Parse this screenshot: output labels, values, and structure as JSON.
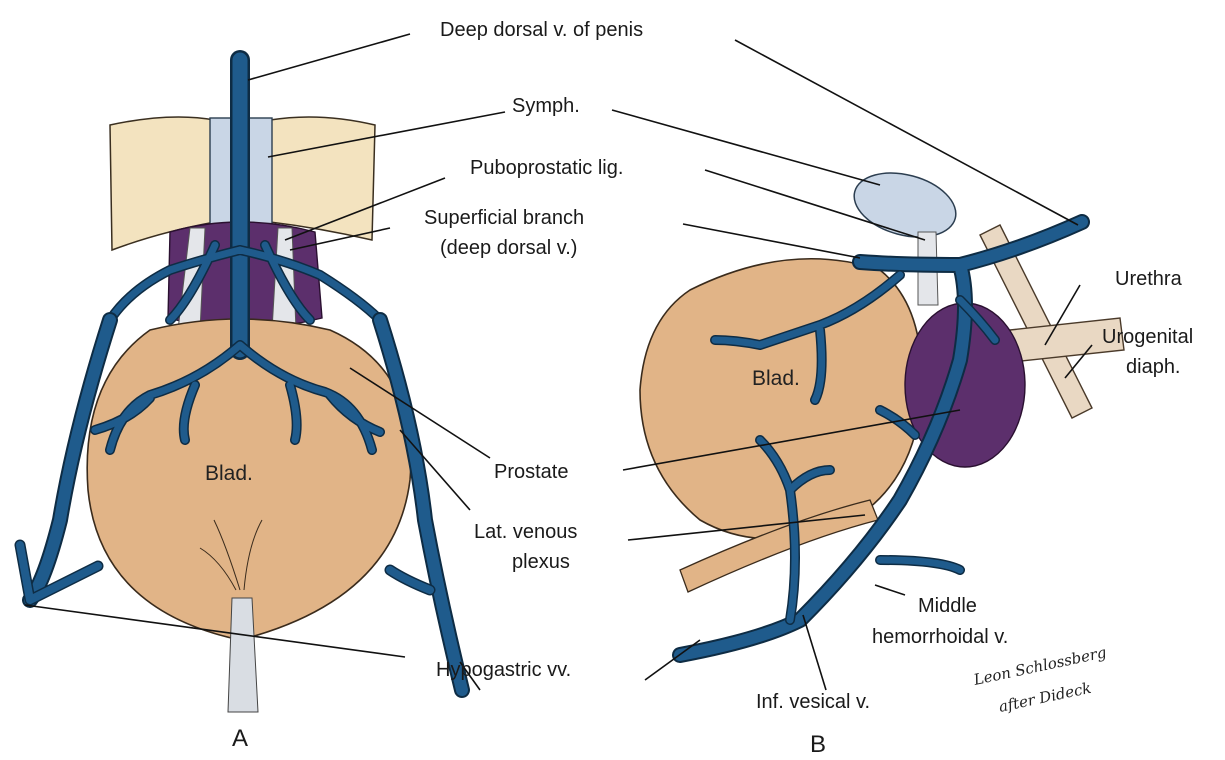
{
  "labels": {
    "deep_dorsal": "Deep dorsal v. of penis",
    "symph": "Symph.",
    "puboprostatic": "Puboprostatic lig.",
    "superficial_1": "Superficial branch",
    "superficial_2": "(deep dorsal v.)",
    "urethra": "Urethra",
    "urogenital_1": "Urogenital",
    "urogenital_2": "diaph.",
    "prostate": "Prostate",
    "lat_venous_1": "Lat. venous",
    "lat_venous_2": "plexus",
    "middle_hem_1": "Middle",
    "middle_hem_2": "hemorrhoidal v.",
    "hypogastric": "Hypogastric vv.",
    "inf_vesical": "Inf. vesical v.",
    "blad_a": "Blad.",
    "blad_b": "Blad."
  },
  "panels": {
    "a": "A",
    "b": "B"
  },
  "signature": {
    "line1": "Leon Schlossberg",
    "line2": "after Dideck"
  },
  "colors": {
    "bladder": "#e1b487",
    "vein": "#1f5b8c",
    "prostate": "#5c2f6c",
    "symphysis": "#f3e3bf",
    "ligament": "#c9d6e6",
    "urethra": "#e9d8c3"
  }
}
